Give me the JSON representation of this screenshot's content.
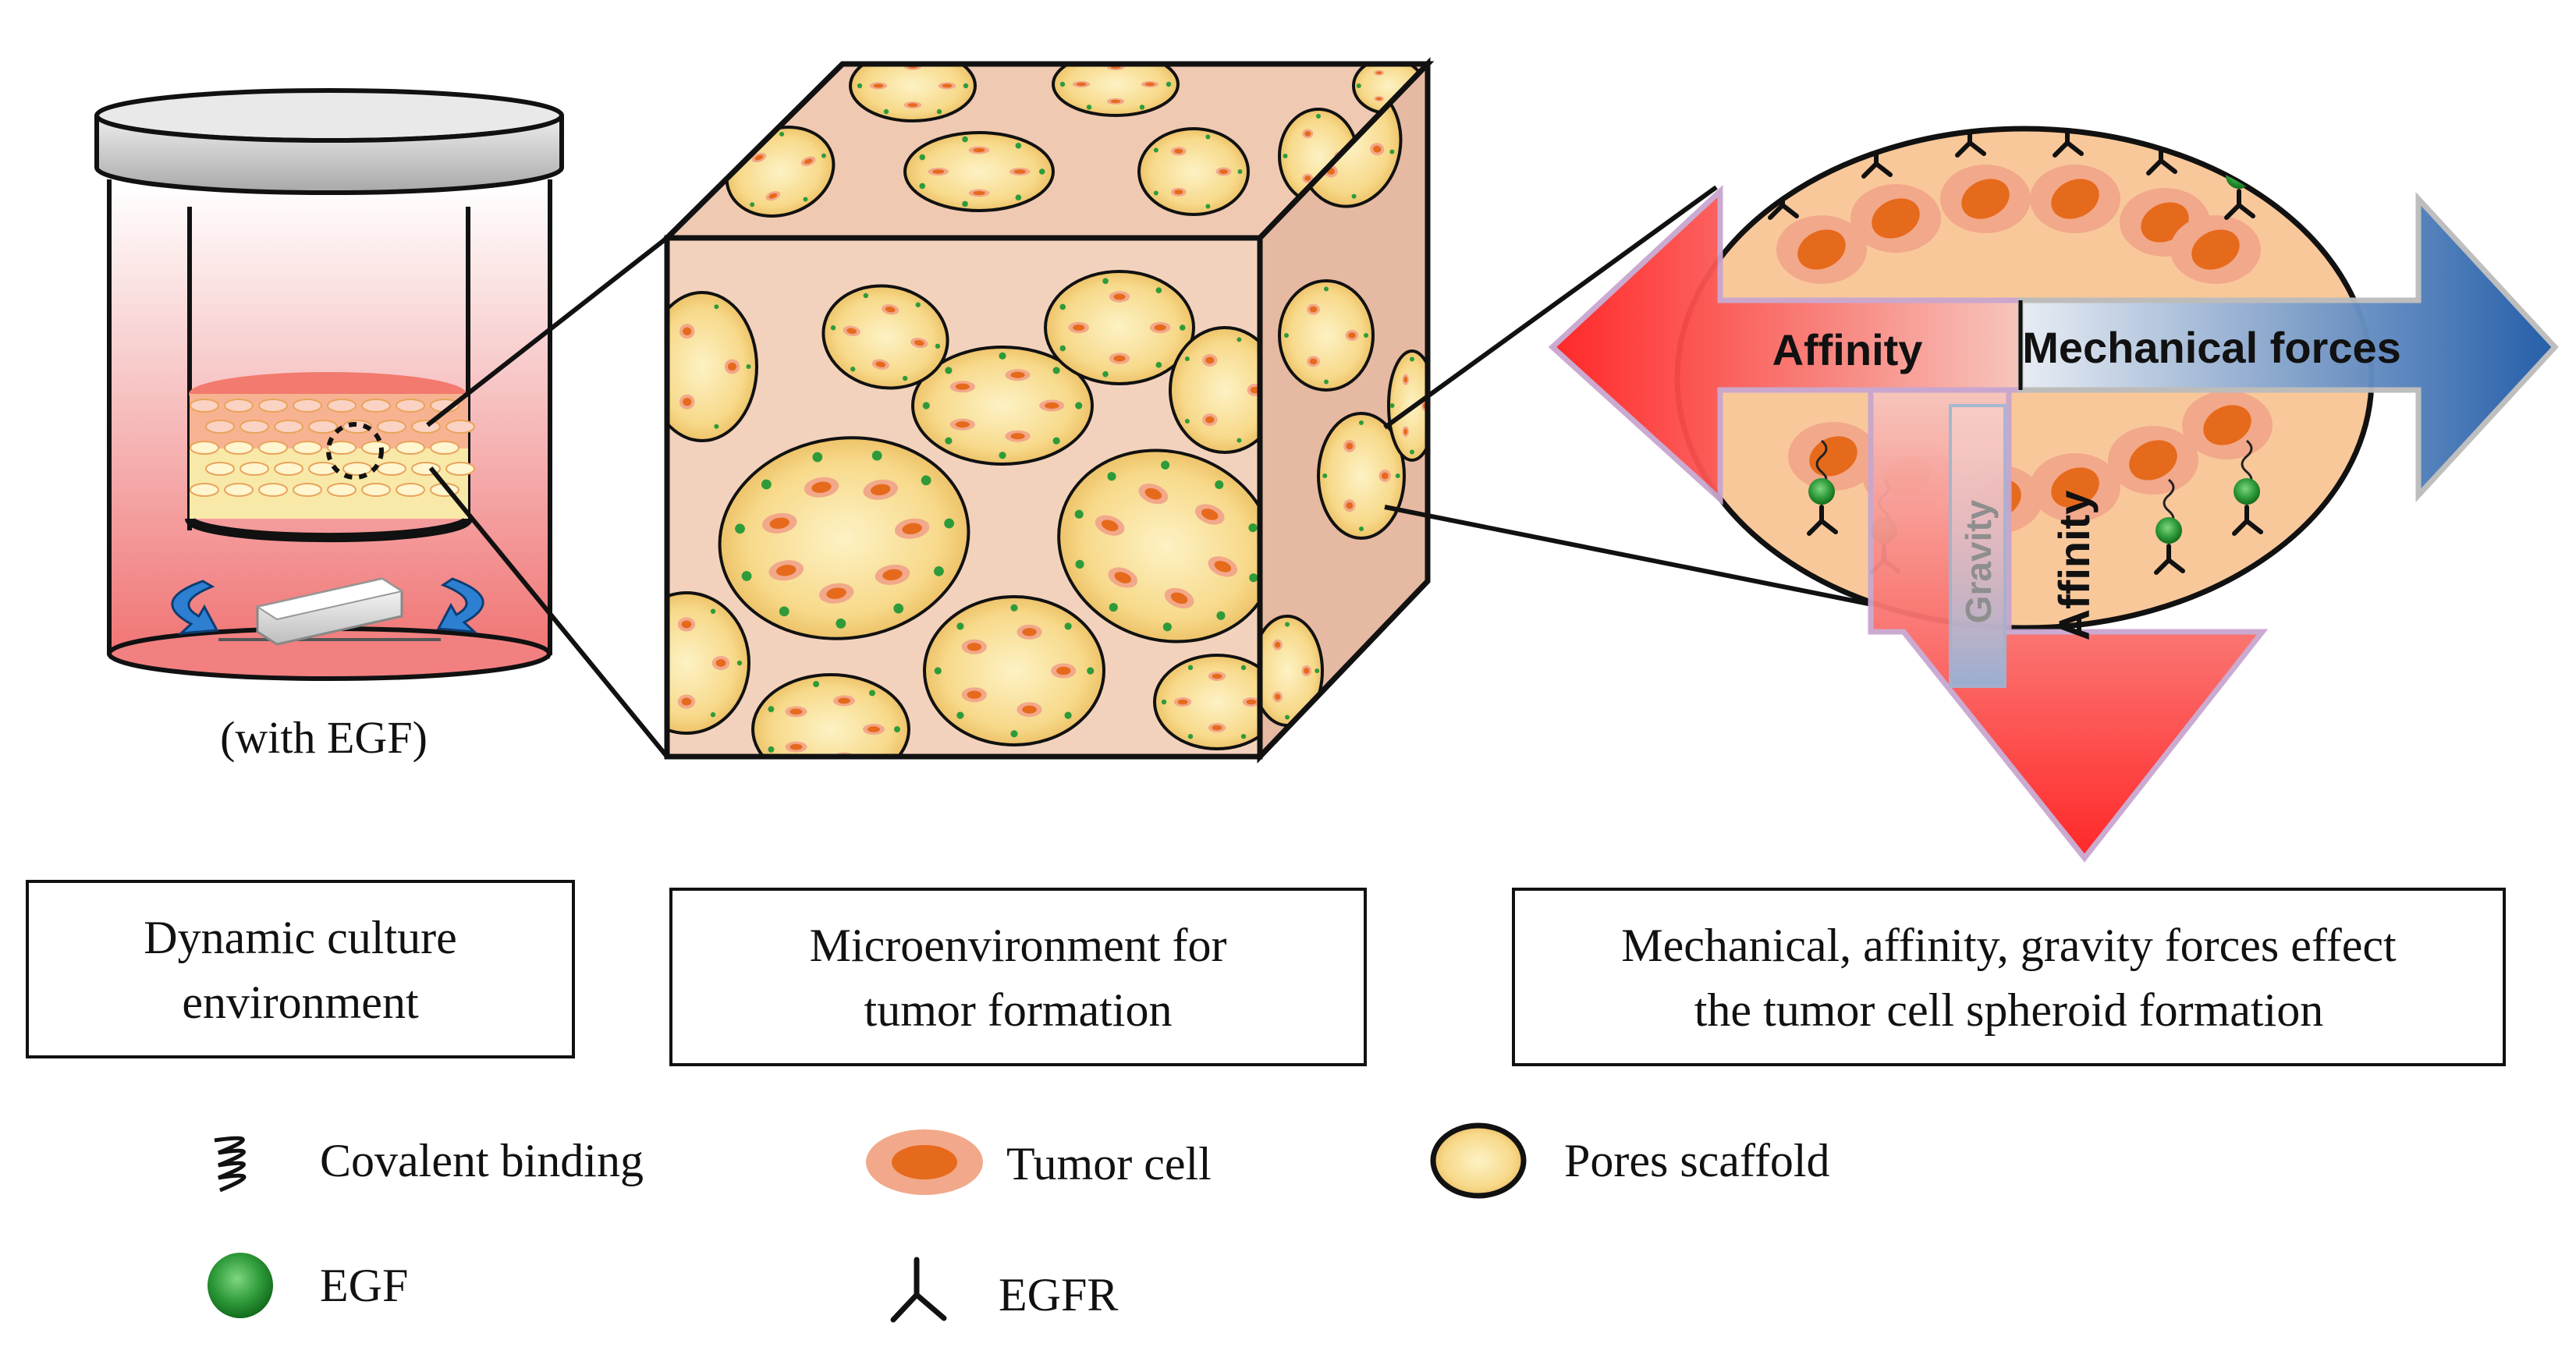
{
  "bioreactor": {
    "caption": "(with EGF)"
  },
  "boxes": {
    "dynamic": {
      "line1": "Dynamic culture",
      "line2": "environment"
    },
    "micro": {
      "line1": "Microenvironment for",
      "line2": "tumor formation"
    },
    "forces": {
      "line1": "Mechanical, affinity, gravity forces effect",
      "line2": "the tumor cell spheroid formation"
    }
  },
  "arrows": {
    "affinity_left": "Affinity",
    "mechanical_right": "Mechanical forces",
    "gravity": "Gravity",
    "affinity_down": "Affinity"
  },
  "legend": {
    "covalent": "Covalent binding",
    "egf": "EGF",
    "tumor": "Tumor cell",
    "egfr": "EGFR",
    "pores": "Pores scaffold"
  },
  "colors": {
    "affinity_red": "#e8202a",
    "mechanical_blue": "#2d5f9e",
    "gravity_blue": "#8fb6dd",
    "tumor_orange": "#e66a1c",
    "tumor_halo": "#f2a88a",
    "pore_yellow": "#f6d98a",
    "egf_green": "#2e9b3a",
    "cube_face": "#f3d2bd"
  }
}
